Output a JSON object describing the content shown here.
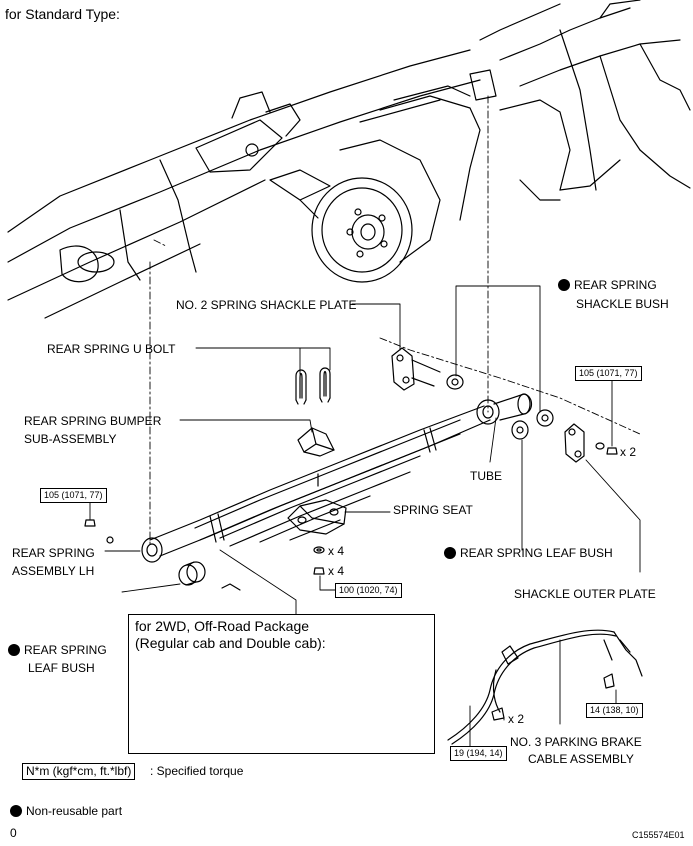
{
  "header": {
    "title": "for Standard Type:"
  },
  "labels": {
    "spring_shackle_plate": "NO. 2 SPRING SHACKLE PLATE",
    "shackle_bush_line1": "REAR SPRING",
    "shackle_bush_line2": "SHACKLE BUSH",
    "u_bolt": "REAR SPRING U BOLT",
    "bumper_line1": "REAR SPRING BUMPER",
    "bumper_line2": "SUB-ASSEMBLY",
    "tube": "TUBE",
    "spring_seat": "SPRING SEAT",
    "assembly_line1": "REAR SPRING",
    "assembly_line2": "ASSEMBLY LH",
    "leaf_bush_right": "REAR SPRING LEAF BUSH",
    "shackle_outer_plate": "SHACKLE OUTER PLATE",
    "leaf_bush_left_line1": "REAR SPRING",
    "leaf_bush_left_line2": "LEAF BUSH",
    "parking_brake_line1": "NO. 3 PARKING BRAKE",
    "parking_brake_line2": "CABLE ASSEMBLY"
  },
  "torques": {
    "shackle_nut": "105 (1071, 77)",
    "front_nut": "105 (1071, 77)",
    "u_bolt_nut": "100 (1020, 74)",
    "brake_bolt_right": "14 (138, 10)",
    "brake_bolt_left": "19 (194, 14)"
  },
  "multipliers": {
    "shackle": "x 2",
    "washer": "x 4",
    "nut": "x 4",
    "brake": "x 2"
  },
  "inset": {
    "line1": "for 2WD, Off-Road Package",
    "line2": "(Regular cab and Double cab):"
  },
  "legend": {
    "torque_unit": "N*m (kgf*cm, ft.*lbf)",
    "torque_text": ": Specified torque",
    "non_reusable": "Non-reusable part"
  },
  "footer": {
    "page_mark": "0",
    "code": "C155574E01"
  }
}
